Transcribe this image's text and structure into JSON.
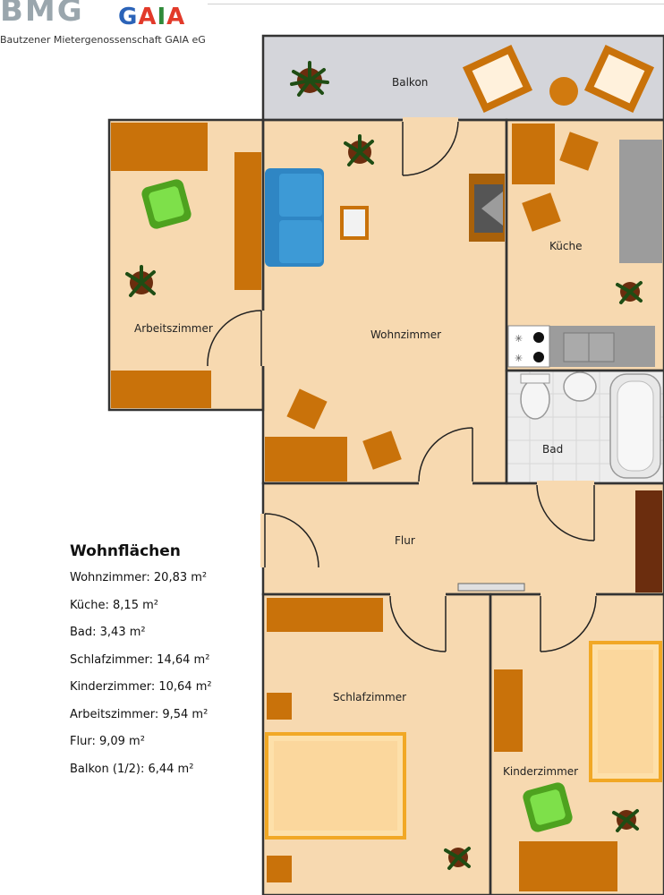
{
  "header": {
    "logo_bmg": "BMG",
    "logo_gaia_letters": [
      "G",
      "A",
      "I",
      "A"
    ],
    "logo_gaia_colors": [
      "#2b63b8",
      "#e23a2a",
      "#2f8a3a",
      "#e23a2a"
    ],
    "subtitle": "Bautzener Mietergenossenschaft GAIA eG"
  },
  "rooms": {
    "balkon": "Balkon",
    "arbeitszimmer": "Arbeitszimmer",
    "wohnzimmer": "Wohnzimmer",
    "kueche": "Küche",
    "bad": "Bad",
    "flur": "Flur",
    "schlafzimmer": "Schlafzimmer",
    "kinderzimmer": "Kinderzimmer"
  },
  "areas": {
    "title": "Wohnflächen",
    "items": [
      "Wohnzimmer: 20,83 m²",
      "Küche: 8,15 m²",
      "Bad: 3,43 m²",
      "Schlafzimmer: 14,64 m²",
      "Kinderzimmer: 10,64 m²",
      "Arbeitszimmer: 9,54 m²",
      "Flur: 9,09 m²",
      "Balkon (1/2): 6,44 m²"
    ]
  },
  "colors": {
    "floor": "#f7d9b0",
    "balcony": "#d4d5da",
    "wall": "#333333",
    "furniture_wood": "#c9720a",
    "furniture_dark": "#6b2d0e",
    "sofa": "#2f86c4",
    "armchair": "#66cc33",
    "bed_frame": "#f1a825",
    "bed_inner": "#fde0aa",
    "appliance": "#9c9c9c",
    "tile": "#ededed"
  }
}
